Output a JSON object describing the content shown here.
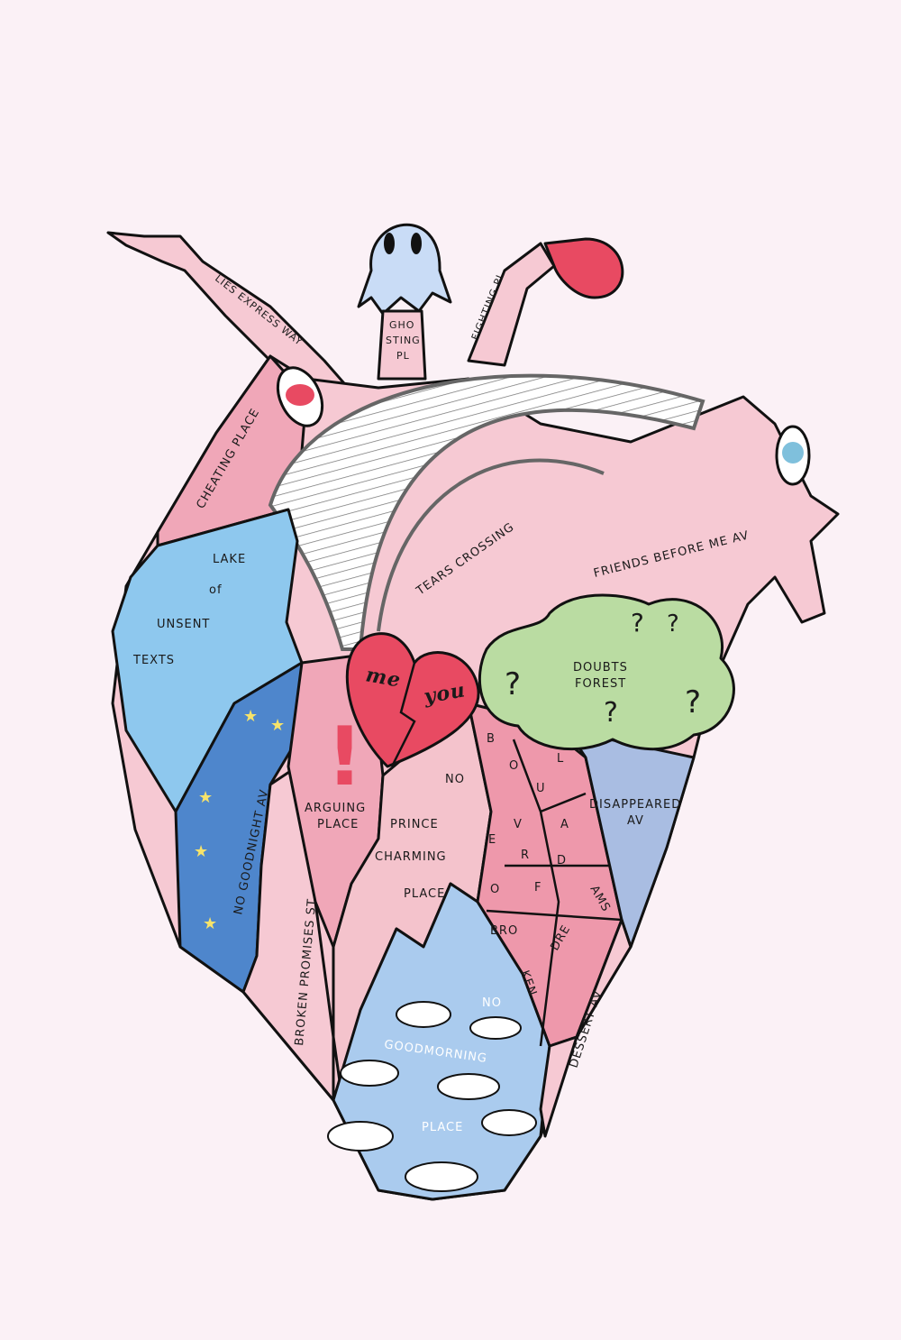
{
  "title": "Heart map",
  "colors": {
    "background": "#fbf1f6",
    "pink_light": "#f6c9d3",
    "pink_mid": "#f0a7b8",
    "red": "#e84a62",
    "lake_blue": "#8ec8ee",
    "night_blue": "#4e86cc",
    "sky_blue": "#aacbee",
    "forest_green": "#badca2",
    "lavender": "#a9bde2"
  },
  "labels": {
    "lies": "LIES EXPRESS WAY",
    "ghosting": [
      "GHO",
      "STING",
      "PL"
    ],
    "fighting": "FIGHTING PL",
    "cheating": "CHEATING PLACE",
    "tears": "TEARS CROSSING",
    "friends": "FRIENDS BEFORE ME AV",
    "lake": [
      "LAKE",
      "of",
      "UNSENT",
      "TEXTS"
    ],
    "doubts": [
      "DOUBTS",
      "FOREST"
    ],
    "me": "me",
    "you": "you",
    "arguing": [
      "ARGUING",
      "PLACE"
    ],
    "prince": [
      "NO",
      "PRINCE",
      "CHARMING",
      "PLACE"
    ],
    "boulevard": [
      "B",
      "O",
      "U",
      "L",
      "E",
      "V",
      "A",
      "R",
      "D",
      "O",
      "F",
      "BRO",
      "KEN",
      "DRE",
      "AMS"
    ],
    "disappeared": [
      "DISAPPEARED",
      "AV"
    ],
    "goodnight": "NO GOODNIGHT AV",
    "promises": "BROKEN PROMISES ST",
    "goodmorning": [
      "NO",
      "GOODMORNING",
      "PLACE"
    ],
    "dessert": "DESSERT AV"
  }
}
